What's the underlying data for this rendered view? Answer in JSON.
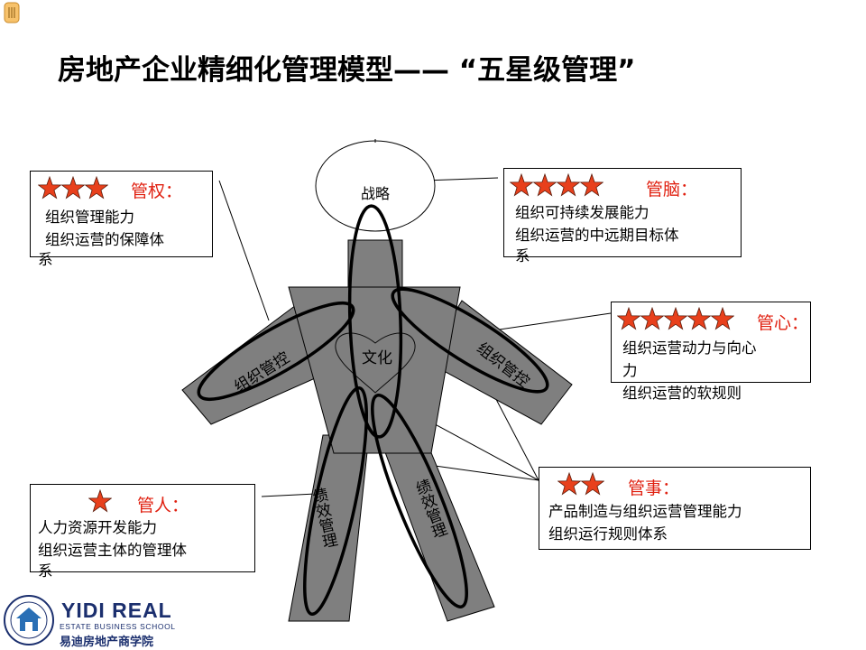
{
  "title": "房地产企业精细化管理模型—— “五星级管理”",
  "figure": {
    "head_label": "战略",
    "heart_label": "文化",
    "left_arm_label": "组织管控",
    "right_arm_label": "组织管控",
    "left_leg_label": "绩效管理",
    "right_leg_label": "绩效管理"
  },
  "boxes": {
    "power": {
      "stars": 3,
      "label": "管权：",
      "lines": [
        "组织管理能力",
        "组织运营的保障体",
        "系"
      ]
    },
    "brain": {
      "stars": 4,
      "label": "管脑：",
      "lines": [
        "组织可持续发展能力",
        "组织运营的中远期目标体",
        "系"
      ]
    },
    "heart": {
      "stars": 5,
      "label": "管心：",
      "lines": [
        "组织运营动力与向心",
        "力",
        "组织运营的软规则"
      ]
    },
    "people": {
      "stars": 1,
      "label": "管人：",
      "lines": [
        "人力资源开发能力",
        "组织运营主体的管理体",
        "系"
      ]
    },
    "affairs": {
      "stars": 2,
      "label": "管事：",
      "lines": [
        "产品制造与组织运营管理能力",
        "组织运行规则体系"
      ]
    }
  },
  "logo": {
    "brand": "YIDI REAL",
    "school": "ESTATE BUSINESS SCHOOL",
    "cn": "易迪房地产商学院"
  },
  "colors": {
    "star": "#e8401c",
    "label": "#e02010",
    "body": "#7f7f7f"
  }
}
